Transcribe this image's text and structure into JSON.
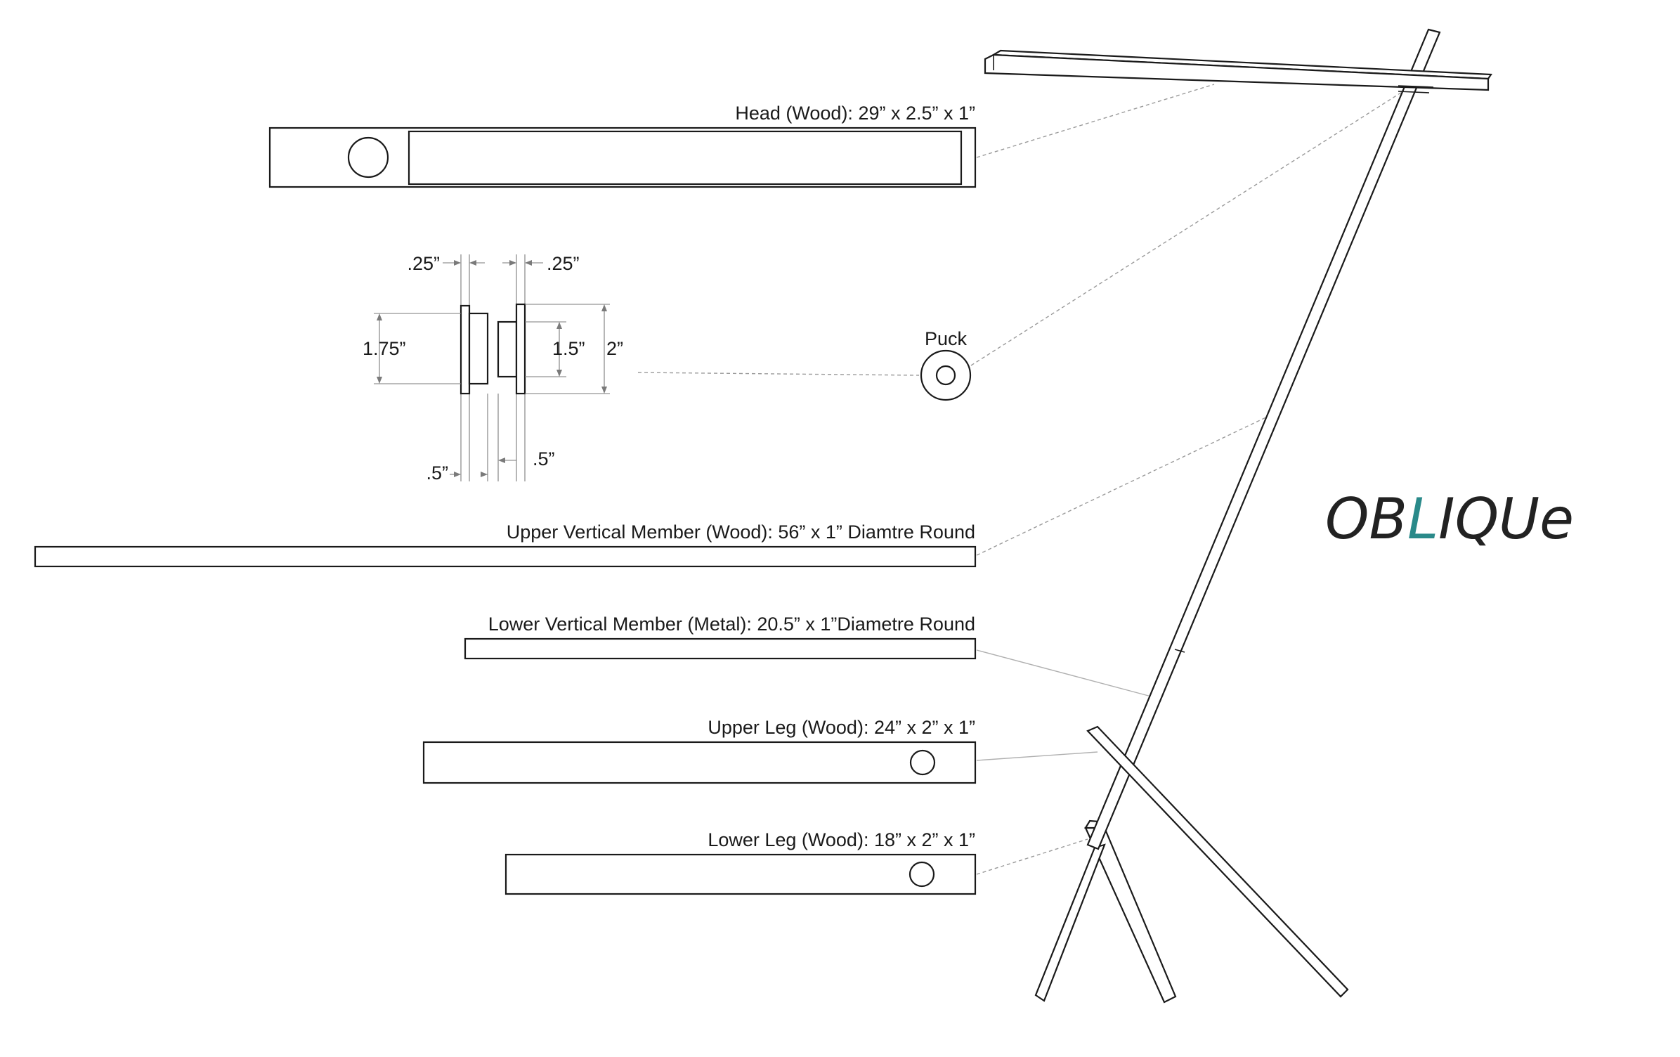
{
  "parts": {
    "head": {
      "label": "Head (Wood): 29” x 2.5” x 1”"
    },
    "upper_vertical": {
      "label": "Upper Vertical Member (Wood): 56” x 1” Diamtre Round"
    },
    "lower_vertical": {
      "label": "Lower Vertical Member (Metal): 20.5” x 1”Diametre Round"
    },
    "upper_leg": {
      "label": "Upper Leg (Wood): 24” x 2” x 1”"
    },
    "lower_leg": {
      "label": "Lower Leg (Wood): 18” x 2” x 1”"
    },
    "puck": {
      "label": "Puck"
    }
  },
  "puck_dimensions": {
    "top_left": ".25”",
    "top_right": ".25”",
    "left_height": "1.75”",
    "inner_height": "1.5”",
    "outer_height": "2”",
    "bottom_left": ".5”",
    "bottom_right": ".5”"
  },
  "logo": {
    "letters": [
      "O",
      "B",
      "L",
      "I",
      "Q",
      "U",
      "e"
    ],
    "text_color": "#222222",
    "accent_color": "#2a8a8a"
  }
}
